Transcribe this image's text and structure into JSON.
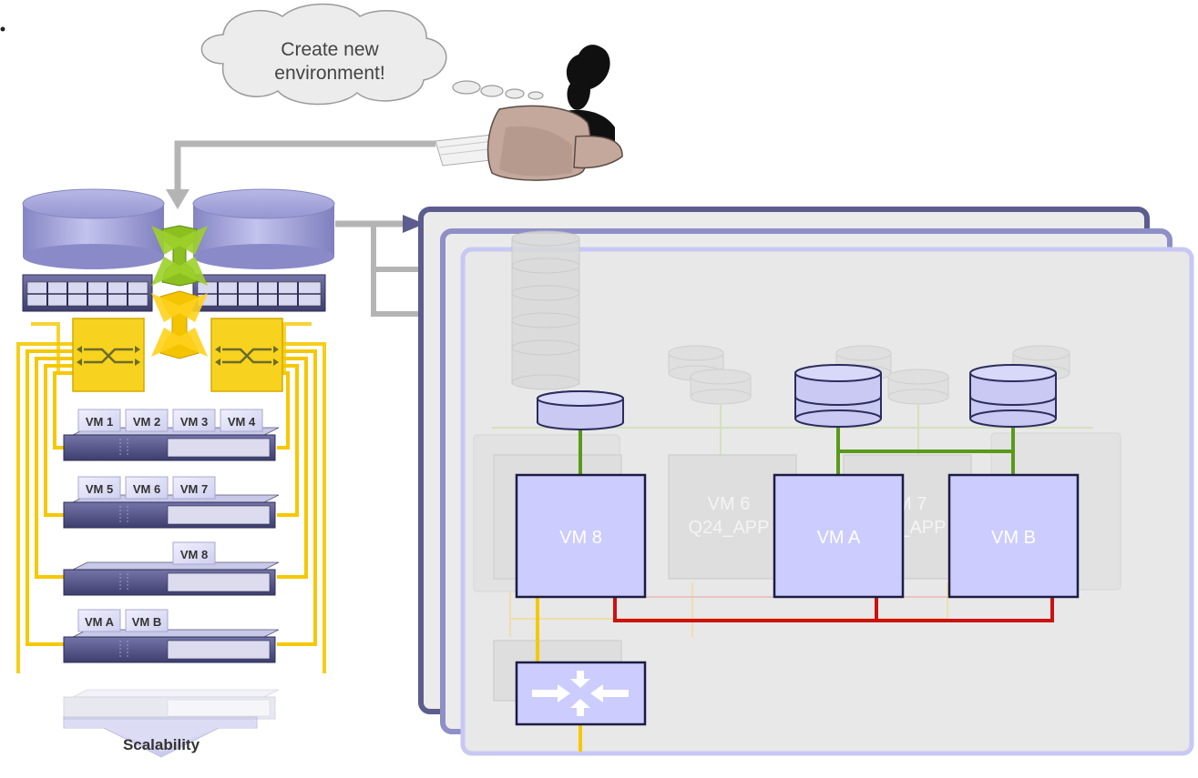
{
  "bubble": {
    "line1": "Create new",
    "line2": "environment!"
  },
  "vm_labels": {
    "vm1": "VM 1",
    "vm2": "VM 2",
    "vm3": "VM 3",
    "vm4": "VM 4",
    "vm5": "VM 5",
    "vm6": "VM 6",
    "vm7": "VM 7",
    "vm8": "VM 8",
    "vma": "VM A",
    "vmb": "VM B"
  },
  "env": {
    "vm8": "VM 8",
    "vma": "VM A",
    "vmb": "VM B",
    "ghost_vm6_line1": "VM 6",
    "ghost_vm6_line2": "Q24_APP",
    "ghost_vm7_line1": "VM 7",
    "ghost_vm7_line2": "Q24_APP"
  },
  "scalability": "Scalability",
  "colors": {
    "storage": "#9a9ad6",
    "vm_fill": "#ccccff",
    "frame_dark": "#5c5c8e",
    "frame_mid": "#8f8fc7",
    "frame_light": "#c8c8f5",
    "cable_yellow": "#f5c800",
    "link_green": "#5a9a1a",
    "link_red": "#cc1111",
    "arrow_gray": "#b4b4b4"
  }
}
